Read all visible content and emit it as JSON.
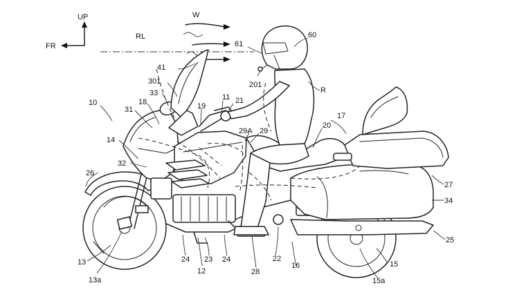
{
  "axes": {
    "up": "UP",
    "front": "FR",
    "line": "RL",
    "wind": "W"
  },
  "labels": {
    "l10": "10",
    "l11": "11",
    "l12": "12",
    "l13": "13",
    "l13a": "13a",
    "l14": "14",
    "l15": "15",
    "l15a": "15a",
    "l16": "16",
    "l17": "17",
    "l18": "18",
    "l19": "19",
    "l20": "20",
    "l21": "21",
    "l22": "22",
    "l23": "23",
    "l24a": "24",
    "l24b": "24",
    "l25": "25",
    "l26": "26",
    "l27": "27",
    "l28": "28",
    "l29": "29",
    "l29a": "29A",
    "l31": "31",
    "l32": "32",
    "l33": "33",
    "l34": "34",
    "l41": "41",
    "l60": "60",
    "l61": "61",
    "l201": "201",
    "l301": "301",
    "lR": "R"
  }
}
